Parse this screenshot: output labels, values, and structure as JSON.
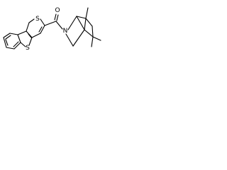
{
  "molecule": {
    "atoms": {
      "sulfur_top": "S",
      "sulfur_bottom": "S",
      "oxygen": "O",
      "nitrogen": "N"
    }
  }
}
